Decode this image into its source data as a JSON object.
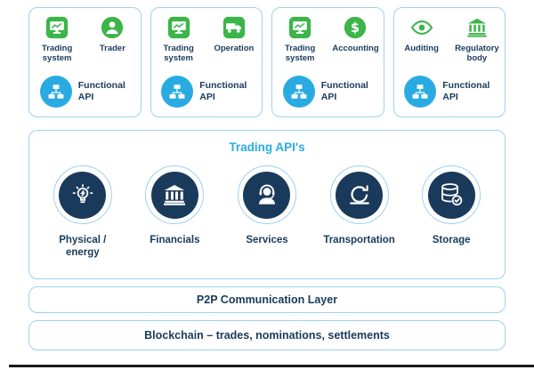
{
  "colors": {
    "navy": "#1a3a5c",
    "accent_blue": "#29abe2",
    "green": "#3cb54a",
    "border_blue": "#9ed1ee"
  },
  "groups": [
    {
      "items": [
        {
          "label": "Trading system",
          "icon": "trading-system-icon"
        },
        {
          "label": "Trader",
          "icon": "trader-icon"
        }
      ],
      "api_label": "Functional API",
      "api_icon": "sitemap-icon"
    },
    {
      "items": [
        {
          "label": "Trading system",
          "icon": "trading-system-icon"
        },
        {
          "label": "Operation",
          "icon": "operation-icon"
        }
      ],
      "api_label": "Functional API",
      "api_icon": "sitemap-icon"
    },
    {
      "items": [
        {
          "label": "Trading system",
          "icon": "trading-system-icon"
        },
        {
          "label": "Accounting",
          "icon": "accounting-icon"
        }
      ],
      "api_label": "Functional API",
      "api_icon": "sitemap-icon"
    },
    {
      "items": [
        {
          "label": "Auditing",
          "icon": "auditing-icon"
        },
        {
          "label": "Regulatory body",
          "icon": "regulatory-body-icon"
        }
      ],
      "api_label": "Functional API",
      "api_icon": "sitemap-icon"
    }
  ],
  "trading_apis": {
    "title": "Trading API's",
    "items": [
      {
        "label": "Physical / energy",
        "icon": "lightbulb-energy-icon"
      },
      {
        "label": "Financials",
        "icon": "bank-icon"
      },
      {
        "label": "Services",
        "icon": "support-agent-icon"
      },
      {
        "label": "Transportation",
        "icon": "transport-cycle-icon"
      },
      {
        "label": "Storage",
        "icon": "database-check-icon"
      }
    ]
  },
  "layers": {
    "p2p": "P2P Communication Layer",
    "blockchain": "Blockchain – trades, nominations, settlements"
  }
}
